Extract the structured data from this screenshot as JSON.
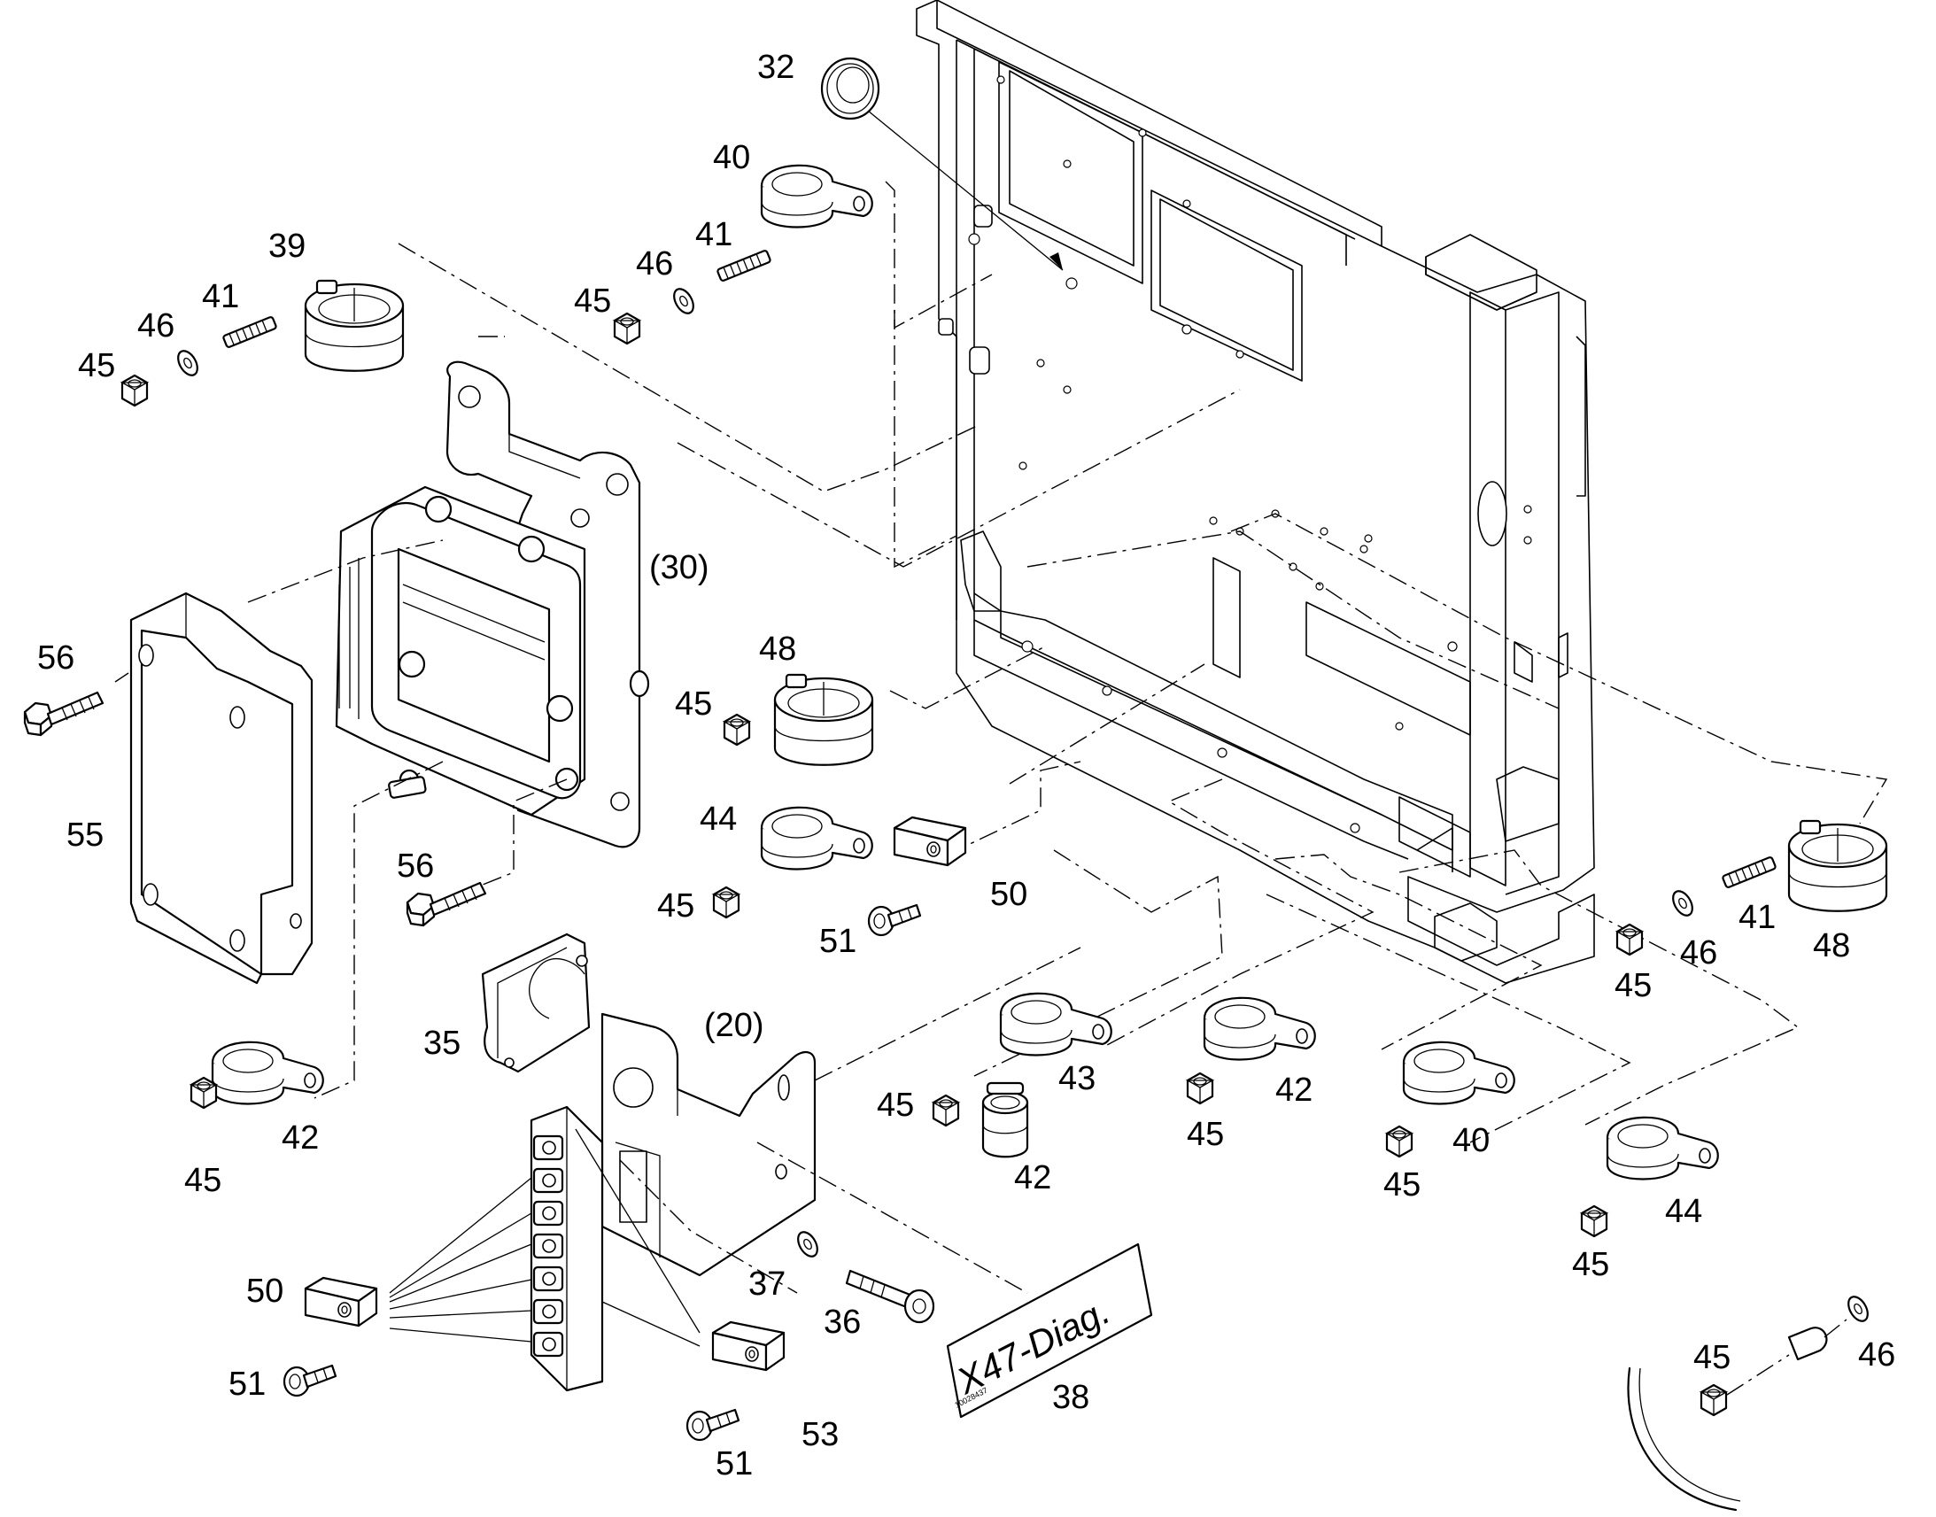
{
  "callouts": [
    {
      "id": "c32",
      "text": "32"
    },
    {
      "id": "c40a",
      "text": "40"
    },
    {
      "id": "c41a",
      "text": "41"
    },
    {
      "id": "c46a",
      "text": "46"
    },
    {
      "id": "c45a",
      "text": "45"
    },
    {
      "id": "c39",
      "text": "39"
    },
    {
      "id": "c41b",
      "text": "41"
    },
    {
      "id": "c46b",
      "text": "46"
    },
    {
      "id": "c45b",
      "text": "45"
    },
    {
      "id": "c30",
      "text": "(30)"
    },
    {
      "id": "c56a",
      "text": "56"
    },
    {
      "id": "c55",
      "text": "55"
    },
    {
      "id": "c56b",
      "text": "56"
    },
    {
      "id": "c48a",
      "text": "48"
    },
    {
      "id": "c45c",
      "text": "45"
    },
    {
      "id": "c44a",
      "text": "44"
    },
    {
      "id": "c45d",
      "text": "45"
    },
    {
      "id": "c50a",
      "text": "50"
    },
    {
      "id": "c51a",
      "text": "51"
    },
    {
      "id": "c45e",
      "text": "45"
    },
    {
      "id": "c46c",
      "text": "46"
    },
    {
      "id": "c41c",
      "text": "41"
    },
    {
      "id": "c48b",
      "text": "48"
    },
    {
      "id": "c35",
      "text": "35"
    },
    {
      "id": "c20",
      "text": "(20)"
    },
    {
      "id": "c42a",
      "text": "42"
    },
    {
      "id": "c45f",
      "text": "45"
    },
    {
      "id": "c45g",
      "text": "45"
    },
    {
      "id": "c43",
      "text": "43"
    },
    {
      "id": "c42b",
      "text": "42"
    },
    {
      "id": "c45h",
      "text": "45"
    },
    {
      "id": "c42c",
      "text": "42"
    },
    {
      "id": "c40b",
      "text": "40"
    },
    {
      "id": "c45i",
      "text": "45"
    },
    {
      "id": "c44b",
      "text": "44"
    },
    {
      "id": "c45j",
      "text": "45"
    },
    {
      "id": "c37",
      "text": "37"
    },
    {
      "id": "c36",
      "text": "36"
    },
    {
      "id": "c50b",
      "text": "50"
    },
    {
      "id": "c51b",
      "text": "51"
    },
    {
      "id": "c51c",
      "text": "51"
    },
    {
      "id": "c53",
      "text": "53"
    },
    {
      "id": "c38",
      "text": "38"
    },
    {
      "id": "c45k",
      "text": "45"
    },
    {
      "id": "c46d",
      "text": "46"
    }
  ],
  "label_plate": {
    "text": "X47-Diag.",
    "code": "10028437"
  }
}
